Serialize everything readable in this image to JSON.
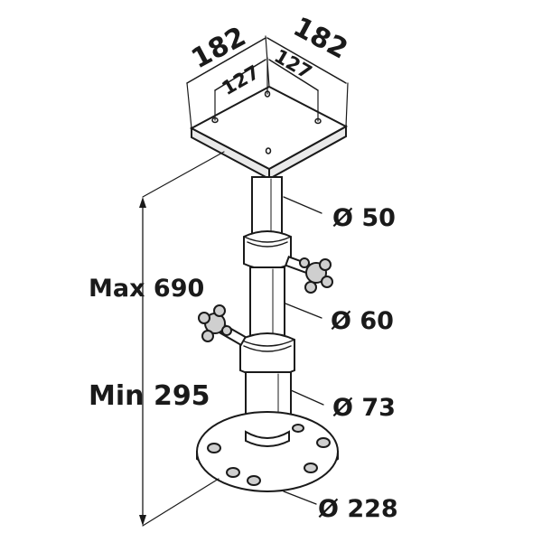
{
  "dimensions": {
    "plate_width_left": "182",
    "plate_width_right": "182",
    "hole_spacing_left": "127",
    "hole_spacing_right": "127",
    "max_height": "Max 690",
    "min_height": "Min 295",
    "tube_top_diameter": "Ø 50",
    "tube_mid_diameter": "Ø 60",
    "tube_bottom_diameter": "Ø 73",
    "base_diameter": "Ø 228"
  },
  "colors": {
    "line": "#1a1a1a",
    "background": "#ffffff"
  }
}
